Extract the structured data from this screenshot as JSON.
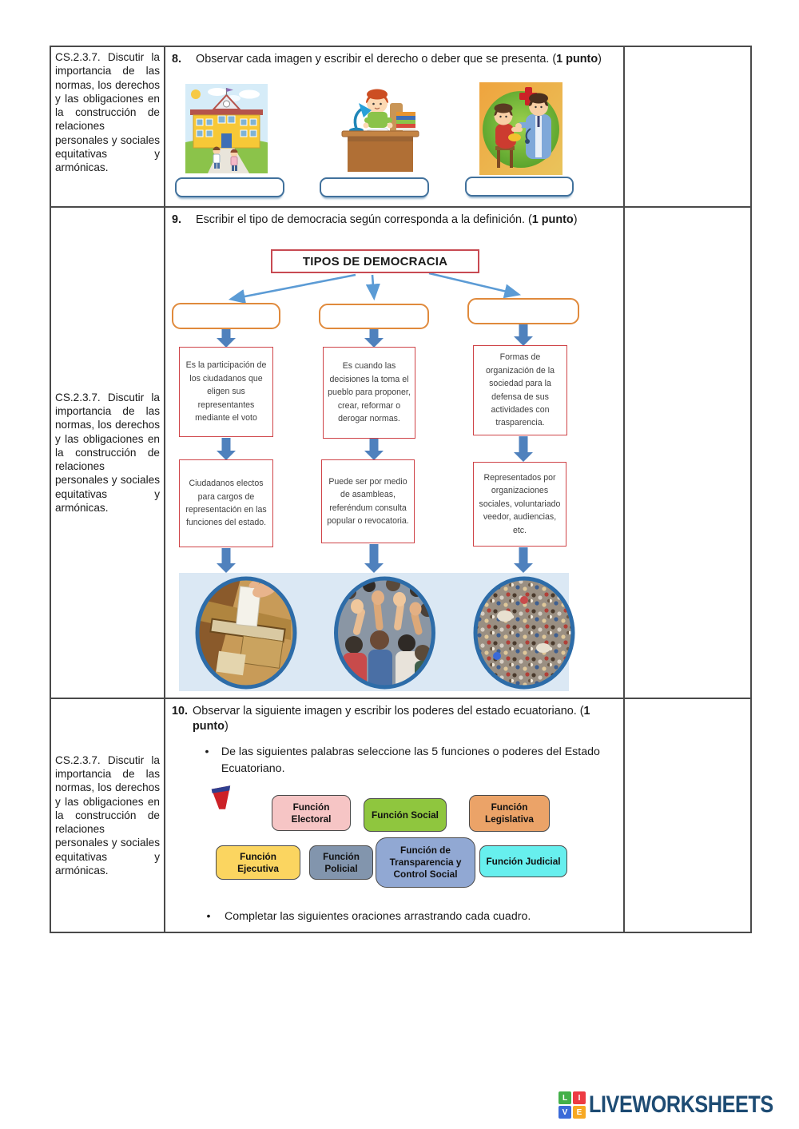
{
  "colors": {
    "table_border": "#4a4a4a",
    "diagram_title_border": "#c84a52",
    "diagram_def_border": "#cf4448",
    "diagram_type_border": "#e08a3c",
    "arrow_blue": "#5b9bd5",
    "block_arrow_blue": "#4f81bd",
    "photo_strip_bg": "#dbe8f4",
    "photo_circle_border": "#2d6ca8",
    "answer_box_border": "#41719c",
    "logo_text_color": "#1d4b73"
  },
  "left_column": {
    "text": "CS.2.3.7. Discutir la importancia de las normas, los derechos y las obligaciones en la construcción de relaciones personales y sociales equitativas y armónicas."
  },
  "q8": {
    "number": "8.",
    "text": "Observar cada imagen y escribir el derecho o deber que se presenta. (",
    "points": "1 punto",
    "text_end": ")",
    "images": [
      "school-children-illustration",
      "boy-studying-illustration",
      "doctor-examining-child-illustration"
    ],
    "answer_values": [
      "",
      "",
      ""
    ]
  },
  "q9": {
    "number": "9.",
    "text": "Escribir el tipo de democracia según corresponda a la definición. (",
    "points": "1 punto",
    "text_end": ")",
    "diagram": {
      "title": "TIPOS DE DEMOCRACIA",
      "type_values": [
        "",
        "",
        ""
      ],
      "definitions": [
        "Es la participación de los ciudadanos que eligen sus representantes mediante el voto",
        "Es cuando las decisiones la toma el pueblo para proponer, crear, reformar o derogar normas.",
        "Formas de organización de la sociedad para la defensa de sus actividades con trasparencia."
      ],
      "details": [
        "Ciudadanos electos para cargos de representación en las funciones del estado.",
        "Puede ser por medio de asambleas, referéndum consulta popular o revocatoria.",
        "Representados por organizaciones sociales, voluntariado veedor, audiencias, etc."
      ],
      "photos": [
        "ballot-box-voting-photo",
        "crowd-raised-hands-photo",
        "large-crowd-photo"
      ]
    }
  },
  "q10": {
    "number": "10.",
    "text": "Observar la siguiente imagen y escribir los poderes del estado ecuatoriano. (",
    "points": "1 punto",
    "text_end": ")",
    "bullet1": "De las siguientes palabras seleccione las 5 funciones o poderes del Estado Ecuatoriano.",
    "bullet2": "Completar las siguientes oraciones arrastrando cada cuadro.",
    "options": [
      {
        "label": "Función Electoral",
        "color": "#f6c5c5"
      },
      {
        "label": "Función Social",
        "color": "#8fc63e"
      },
      {
        "label": "Función Legislativa",
        "color": "#eba368"
      },
      {
        "label": "Función Ejecutiva",
        "color": "#fbd560"
      },
      {
        "label": "Función Policial",
        "color": "#8295ad"
      },
      {
        "label": "Función de Transparencia y Control Social",
        "color": "#91a8d3"
      },
      {
        "label": "Función Judicial",
        "color": "#67efee"
      }
    ]
  },
  "footer": {
    "logo_text": "LIVEWORKSHEETS",
    "logo_squares": [
      {
        "letter": "L",
        "color": "#43b049"
      },
      {
        "letter": "I",
        "color": "#ed3b43"
      },
      {
        "letter": "V",
        "color": "#3b6ad8"
      },
      {
        "letter": "E",
        "color": "#f7a823"
      }
    ]
  }
}
